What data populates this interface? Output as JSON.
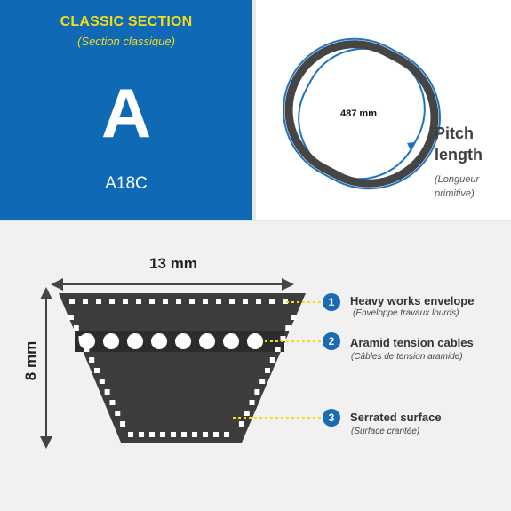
{
  "section": {
    "title": "CLASSIC SECTION",
    "subtitle": "(Section classique)",
    "letter": "A",
    "code": "A18C"
  },
  "pitch": {
    "value_label": "487 mm",
    "title": "Pitch length",
    "subtitle": "(Longueur primitive)"
  },
  "dimensions": {
    "width": "13 mm",
    "height": "8 mm"
  },
  "features": [
    {
      "number": "1",
      "title": "Heavy works envelope",
      "subtitle": "(Enveloppe travaux lourds)"
    },
    {
      "number": "2",
      "title": "Aramid tension cables",
      "subtitle": "(Câbles de tension aramide)"
    },
    {
      "number": "3",
      "title": "Serrated surface",
      "subtitle": "(Surface crantée)"
    }
  ],
  "colors": {
    "brand_blue": "#0f69b4",
    "accent_yellow": "#f5dc18",
    "belt_dark": "#3d3d3d",
    "badge_blue": "#1a6ab4"
  }
}
